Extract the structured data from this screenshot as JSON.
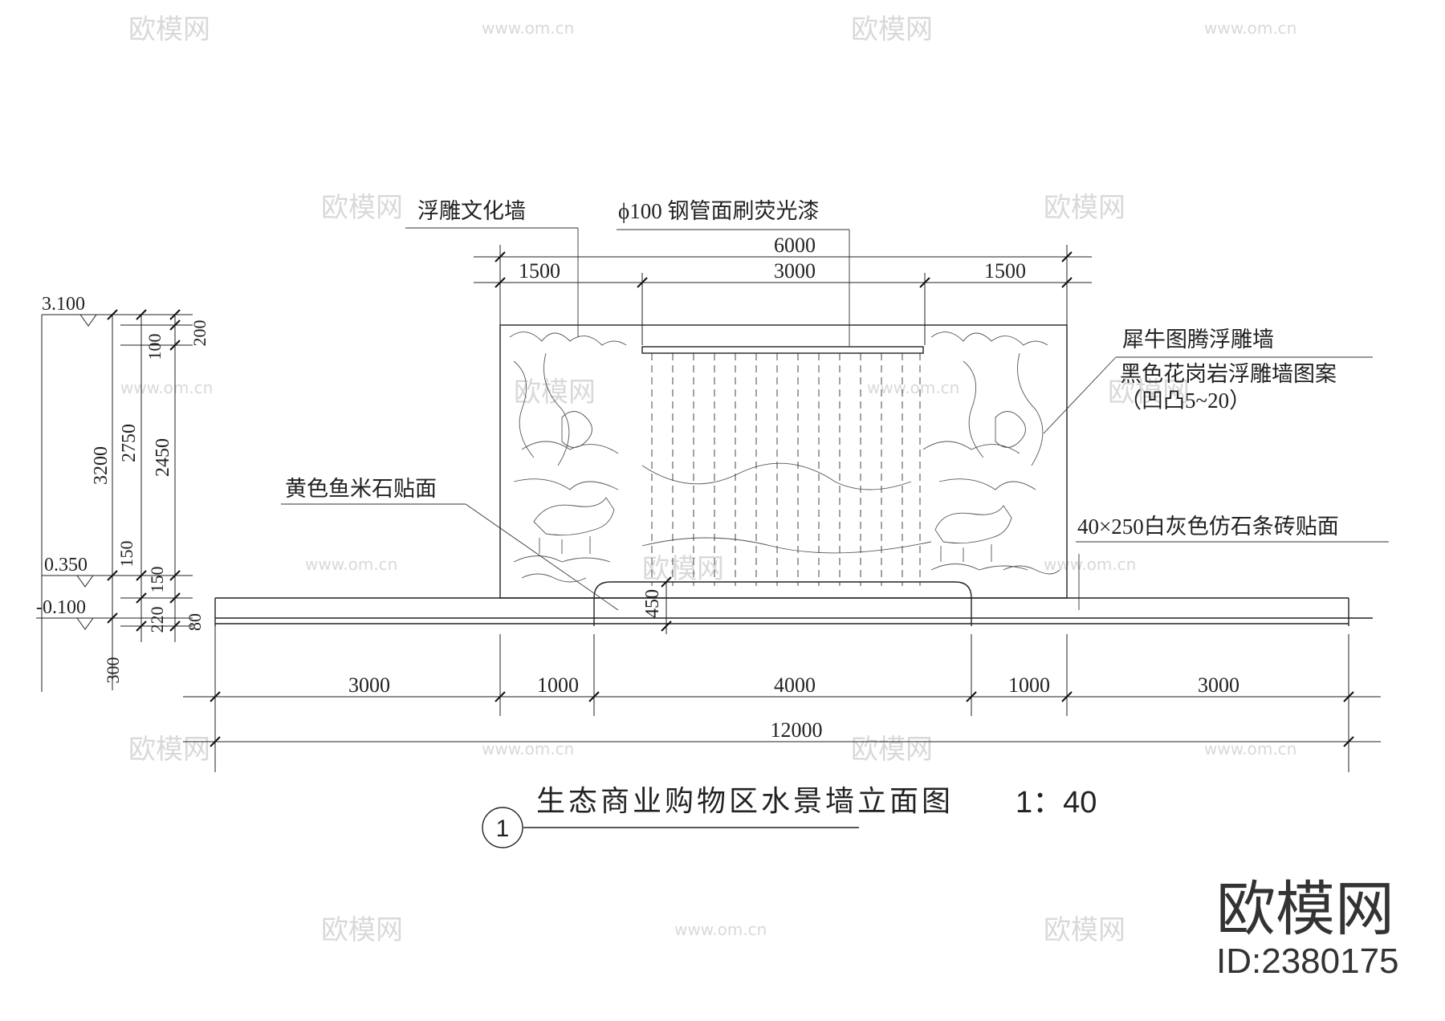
{
  "title": {
    "number": "1",
    "text": "生态商业购物区水景墙立面图",
    "scale": "1：40"
  },
  "labels": {
    "relief_culture_wall": "浮雕文化墙",
    "steel_pipe": "ϕ100 钢管面刷荧光漆",
    "rhino_wall_line1": "犀牛图腾浮雕墙",
    "rhino_wall_line2": "黑色花岗岩浮雕墙图案",
    "rhino_wall_line3": "（凹凸5~20）",
    "yellow_stone": "黄色鱼米石贴面",
    "brick_facing": "40×250白灰色仿石条砖贴面"
  },
  "dimensions": {
    "top_total": "6000",
    "top_left": "1500",
    "top_mid": "3000",
    "top_right": "1500",
    "bottom": [
      "3000",
      "1000",
      "4000",
      "1000",
      "3000"
    ],
    "bottom_total": "12000",
    "basin_height": "450"
  },
  "elevations": {
    "top": "3.100",
    "mid": "0.350",
    "low": "-0.100"
  },
  "vertical_dims": {
    "d3200": "3200",
    "d2750": "2750",
    "d2450": "2450",
    "d100": "100",
    "d200": "200",
    "d150a": "150",
    "d150b": "150",
    "d220": "220",
    "d80": "80",
    "d300": "300"
  },
  "watermark": {
    "brand": "欧模网",
    "site": "www.om.cn",
    "id": "ID:2380175"
  }
}
